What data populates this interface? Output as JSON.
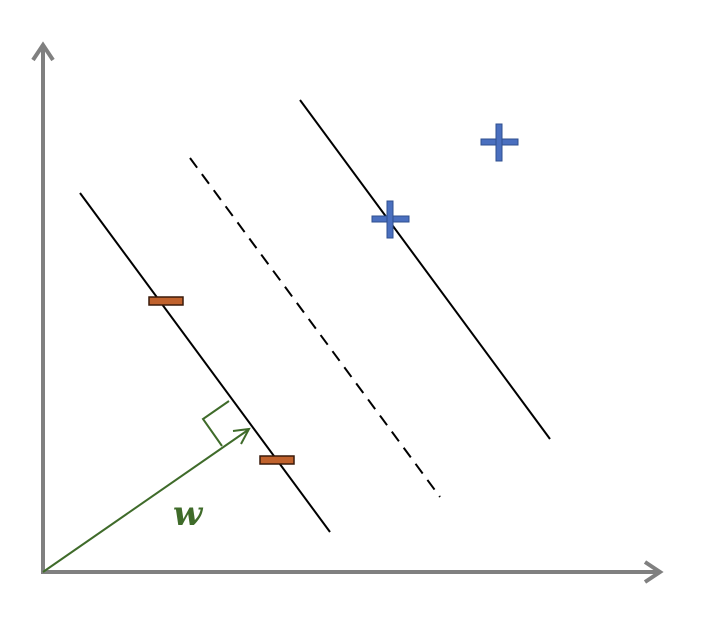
{
  "diagram": {
    "vector_label": "w",
    "colors": {
      "axes": "#808080",
      "lines": "#000000",
      "vector": "#3f6b2a",
      "positive_marker": "#4a6fbf",
      "negative_marker_fill": "#c0622d",
      "negative_marker_border": "#3a1a0a"
    },
    "positive_markers": [
      {
        "name": "positive-marker-1",
        "symbol": "+"
      },
      {
        "name": "positive-marker-2",
        "symbol": "+"
      }
    ],
    "negative_markers": [
      {
        "name": "negative-marker-1",
        "symbol": "−"
      },
      {
        "name": "negative-marker-2",
        "symbol": "−"
      }
    ]
  }
}
